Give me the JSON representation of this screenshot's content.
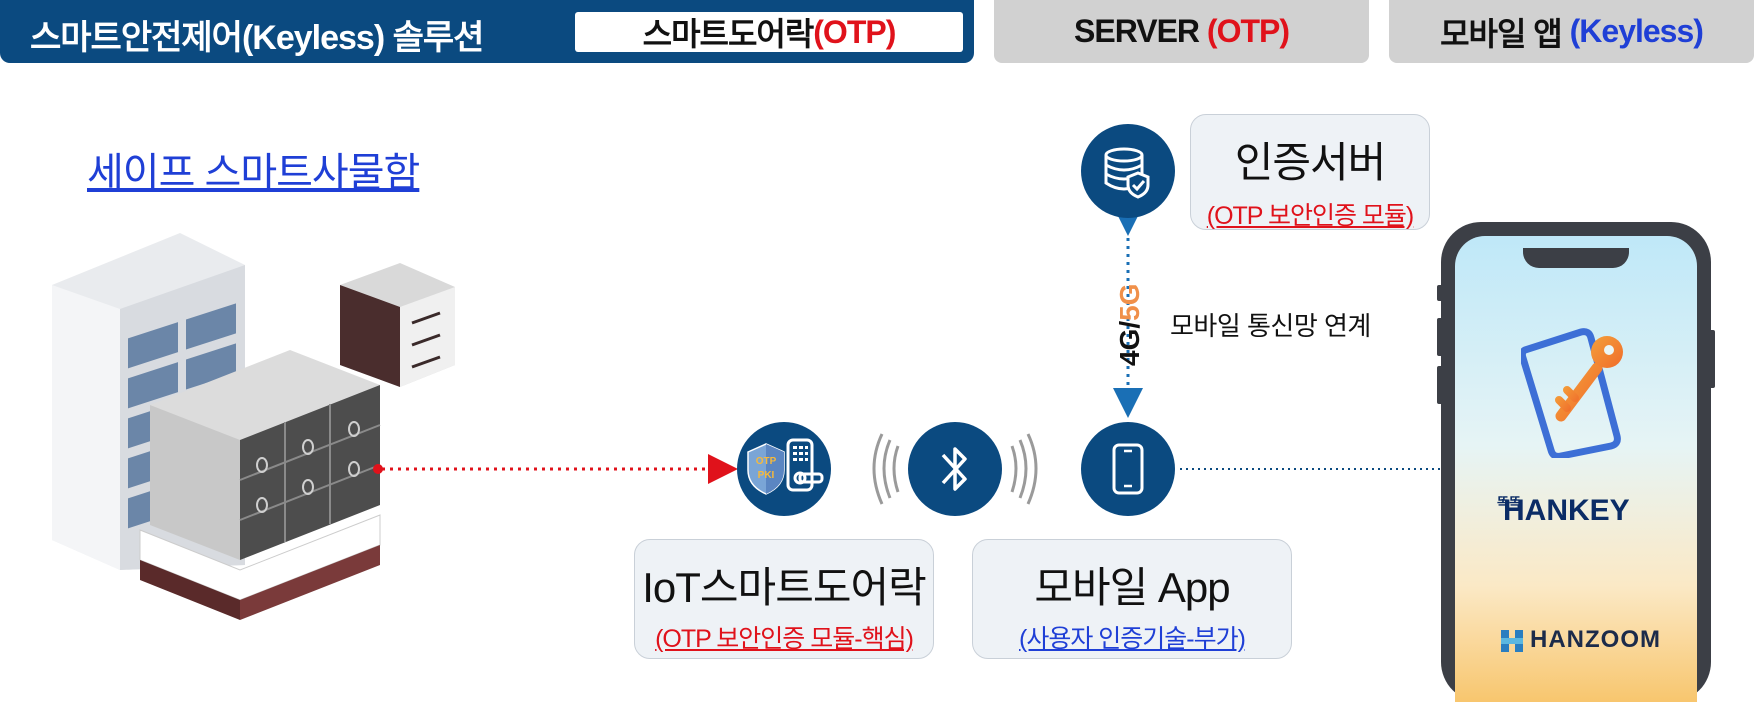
{
  "header": {
    "title": "스마트안전제어(Keyless) 솔루션",
    "tab_active_text": "스마트도어락 ",
    "tab_active_tag": "(OTP)",
    "tab_server_text": "SERVER ",
    "tab_server_tag": "(OTP)",
    "tab_mobile_text": "모바일 앱 ",
    "tab_mobile_tag": "(Keyless)"
  },
  "left": {
    "title": "세이프 스마트사물함"
  },
  "auth_server": {
    "title": "인증서버",
    "subtitle": "(OTP 보안인증 모듈)"
  },
  "network": {
    "label": "모바일 통신망 연계",
    "link_text_a": "4G/",
    "link_text_b": "5G"
  },
  "door_lock": {
    "title": "IoT스마트도어락",
    "subtitle": "(OTP 보안인증 모듈-핵심)",
    "badge_top": "OTP",
    "badge_bottom": "PKI"
  },
  "mobile_app": {
    "title": "모바일 App",
    "subtitle": "(사용자 인증기술-부가)"
  },
  "phone": {
    "app_small": "똑똑",
    "app_name": "HANKEY",
    "brand": "HANZOOM"
  },
  "colors": {
    "navy": "#0b4a80",
    "red": "#e0121b",
    "blue": "#1f3fd6",
    "orange": "#f0904a",
    "tab_gray": "#d1d1d1"
  },
  "icons": [
    "database-shield-icon",
    "door-lock-icon",
    "bluetooth-icon",
    "smartphone-icon",
    "signal-wave-icon",
    "key-phone-icon",
    "hanzoom-logo-icon"
  ]
}
